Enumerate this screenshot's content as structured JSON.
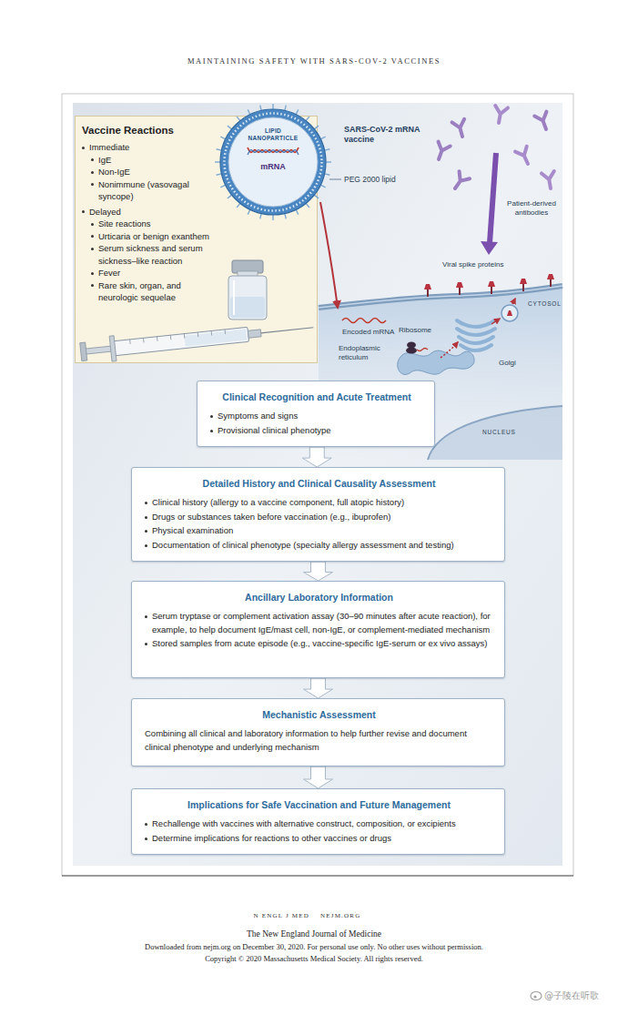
{
  "diagram": {
    "nodes": [
      {
        "text": [
          "Vaccine Reactions",
          "Immediate",
          "IgE",
          "Non-IgE",
          "Nonimmune (vasovagal syncope)",
          "Delayed",
          "Site reactions",
          "Urticaria or benign exanthem",
          "Serum sickness and serum sickness–like reaction",
          "Fever",
          "Rare skin, organ, and neurologic sequelae"
        ]
      },
      {
        "text": [
          "LIPID NANOPARTICLE",
          "mRNA"
        ]
      },
      {
        "text": [
          "Clinical Recognition and Acute Treatment",
          "Symptoms and signs",
          "Provisional clinical phenotype"
        ]
      },
      {
        "text": [
          "Detailed History and Clinical Causality Assessment",
          "Clinical history (allergy to a vaccine component, full atopic history)",
          "Drugs or substances taken before vaccination (e.g., ibuprofen)",
          "Physical examination",
          "Documentation of clinical phenotype (specialty allergy assessment and testing)"
        ]
      },
      {
        "text": [
          "Ancillary Laboratory Information",
          "Serum tryptase or complement activation assay (30–90 minutes after acute reaction), for example, to help document IgE/mast cell, non-IgE, or complement-mediated mechanism",
          "Stored samples from acute episode (e.g., vaccine-specific IgE-serum or ex vivo assays)"
        ]
      },
      {
        "text": [
          "Mechanistic Assessment",
          "Combining all clinical and laboratory information to help further revise and document clinical phenotype and underlying mechanism"
        ]
      },
      {
        "text": [
          "Implications for Safe Vaccination and Future Management",
          "Rechallenge with vaccines with alternative construct, composition, or excipients",
          "Determine implications for reactions to other vaccines or drugs"
        ]
      }
    ],
    "edges": [
      {
        "from": 2,
        "to": 3,
        "arrow": "to"
      },
      {
        "from": 3,
        "to": 4,
        "arrow": "to"
      },
      {
        "from": 4,
        "to": 5,
        "arrow": "to"
      },
      {
        "from": 5,
        "to": 6,
        "arrow": "to"
      }
    ],
    "labels": [
      "MAINTAINING SAFETY WITH SARS-COV-2 VACCINES",
      "SARS-CoV-2 mRNA vaccine",
      "PEG 2000 lipid",
      "Patient-derived antibodies",
      "Viral spike proteins",
      "CYTOSOL",
      "Encoded mRNA",
      "Ribosome",
      "Endoplasmic reticulum",
      "Golgi",
      "NUCLEUS",
      "N ENGL J MED",
      "NEJM.ORG",
      "The New England Journal of Medicine",
      "Downloaded from nejm.org on December 30, 2020. For personal use only. No other uses without permission.",
      "Copyright © 2020 Massachusetts Medical Society. All rights reserved.",
      "@子陵在听歌"
    ]
  }
}
